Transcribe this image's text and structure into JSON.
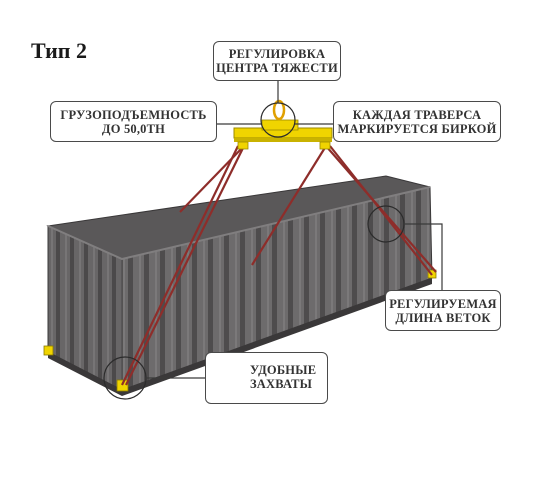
{
  "title": "Тип 2",
  "callouts": {
    "gravity": {
      "line1": "РЕГУЛИРОВКА",
      "line2": "ЦЕНТРА ТЯЖЕСТИ"
    },
    "capacity": {
      "line1": "ГРУЗОПОДЪЕМНОСТЬ",
      "line2": "ДО 50,0ТН"
    },
    "tag": {
      "line1": "КАЖДАЯ ТРАВЕРСА",
      "line2": "МАРКИРУЕТСЯ БИРКОЙ"
    },
    "length": {
      "line1": "РЕГУЛИРУЕМАЯ",
      "line2": "ДЛИНА ВЕТОК"
    },
    "grips": {
      "line1": "УДОБНЫЕ",
      "line2": "ЗАХВАТЫ"
    }
  },
  "colors": {
    "container": "#5f5d5e",
    "container_dark": "#3f3d3e",
    "beam": "#f0d400",
    "sling": "#8e2d2a"
  }
}
